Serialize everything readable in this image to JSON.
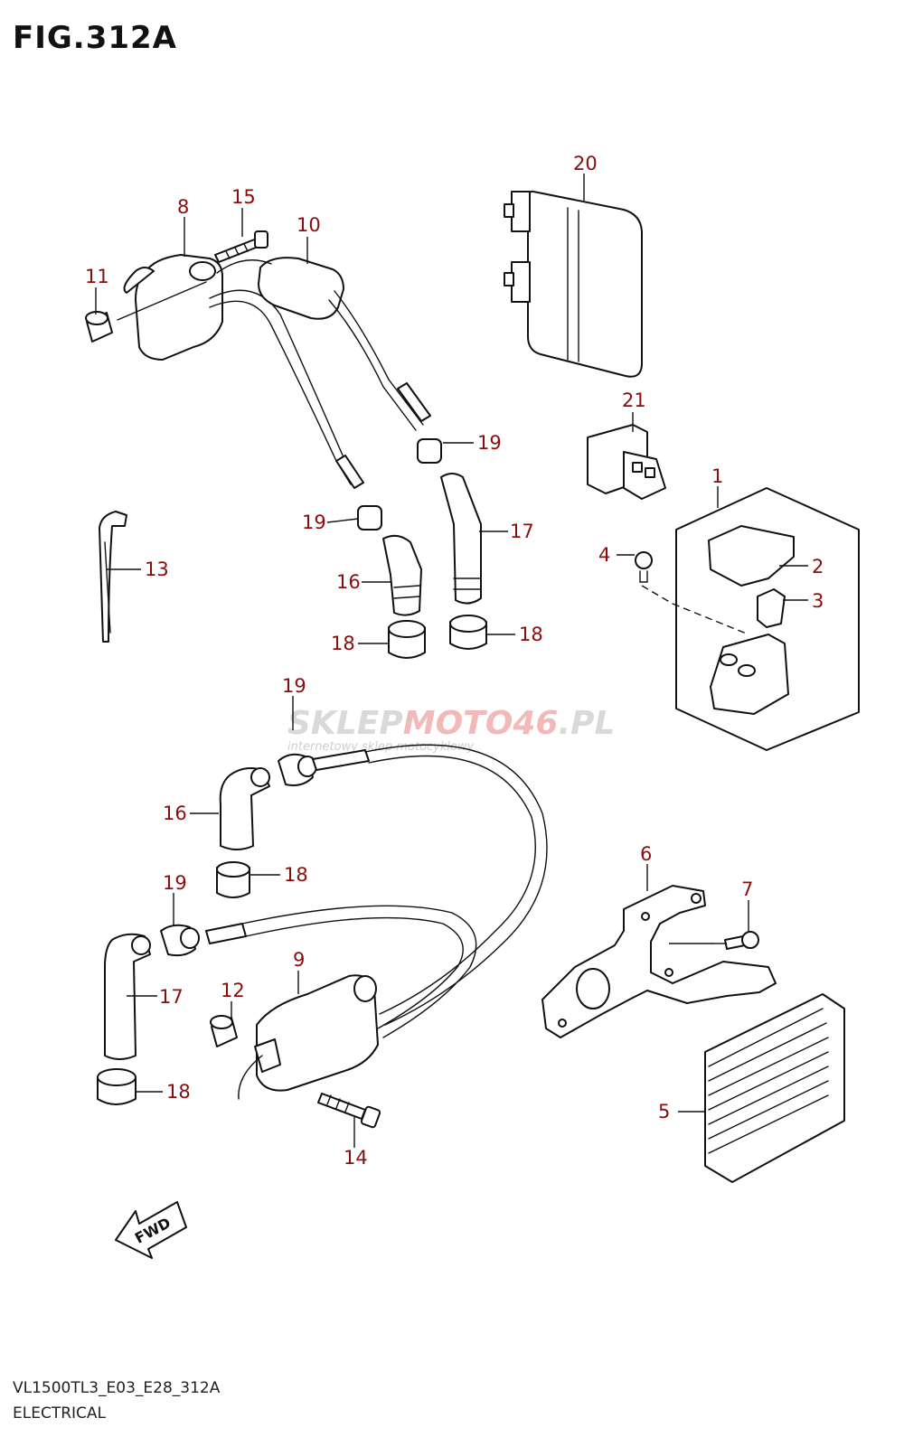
{
  "header": {
    "title": "FIG.312A"
  },
  "footer": {
    "code": "VL1500TL3_E03_E28_312A",
    "section": "ELECTRICAL"
  },
  "watermark": {
    "brand_a": "SKLEP",
    "brand_b": "MOTO46",
    "brand_c": ".PL",
    "tagline": "internetowy sklep motocyklowy"
  },
  "fwd_label": "FWD",
  "callouts": [
    "20",
    "15",
    "8",
    "10",
    "11",
    "21",
    "19",
    "1",
    "19",
    "17",
    "13",
    "4",
    "2",
    "3",
    "16",
    "18",
    "18",
    "19",
    "16",
    "18",
    "6",
    "19",
    "7",
    "17",
    "9",
    "12",
    "18",
    "5",
    "14"
  ],
  "colors": {
    "callout": "#8a0d0d",
    "line": "#111111",
    "watermark_red": "#e57373"
  }
}
